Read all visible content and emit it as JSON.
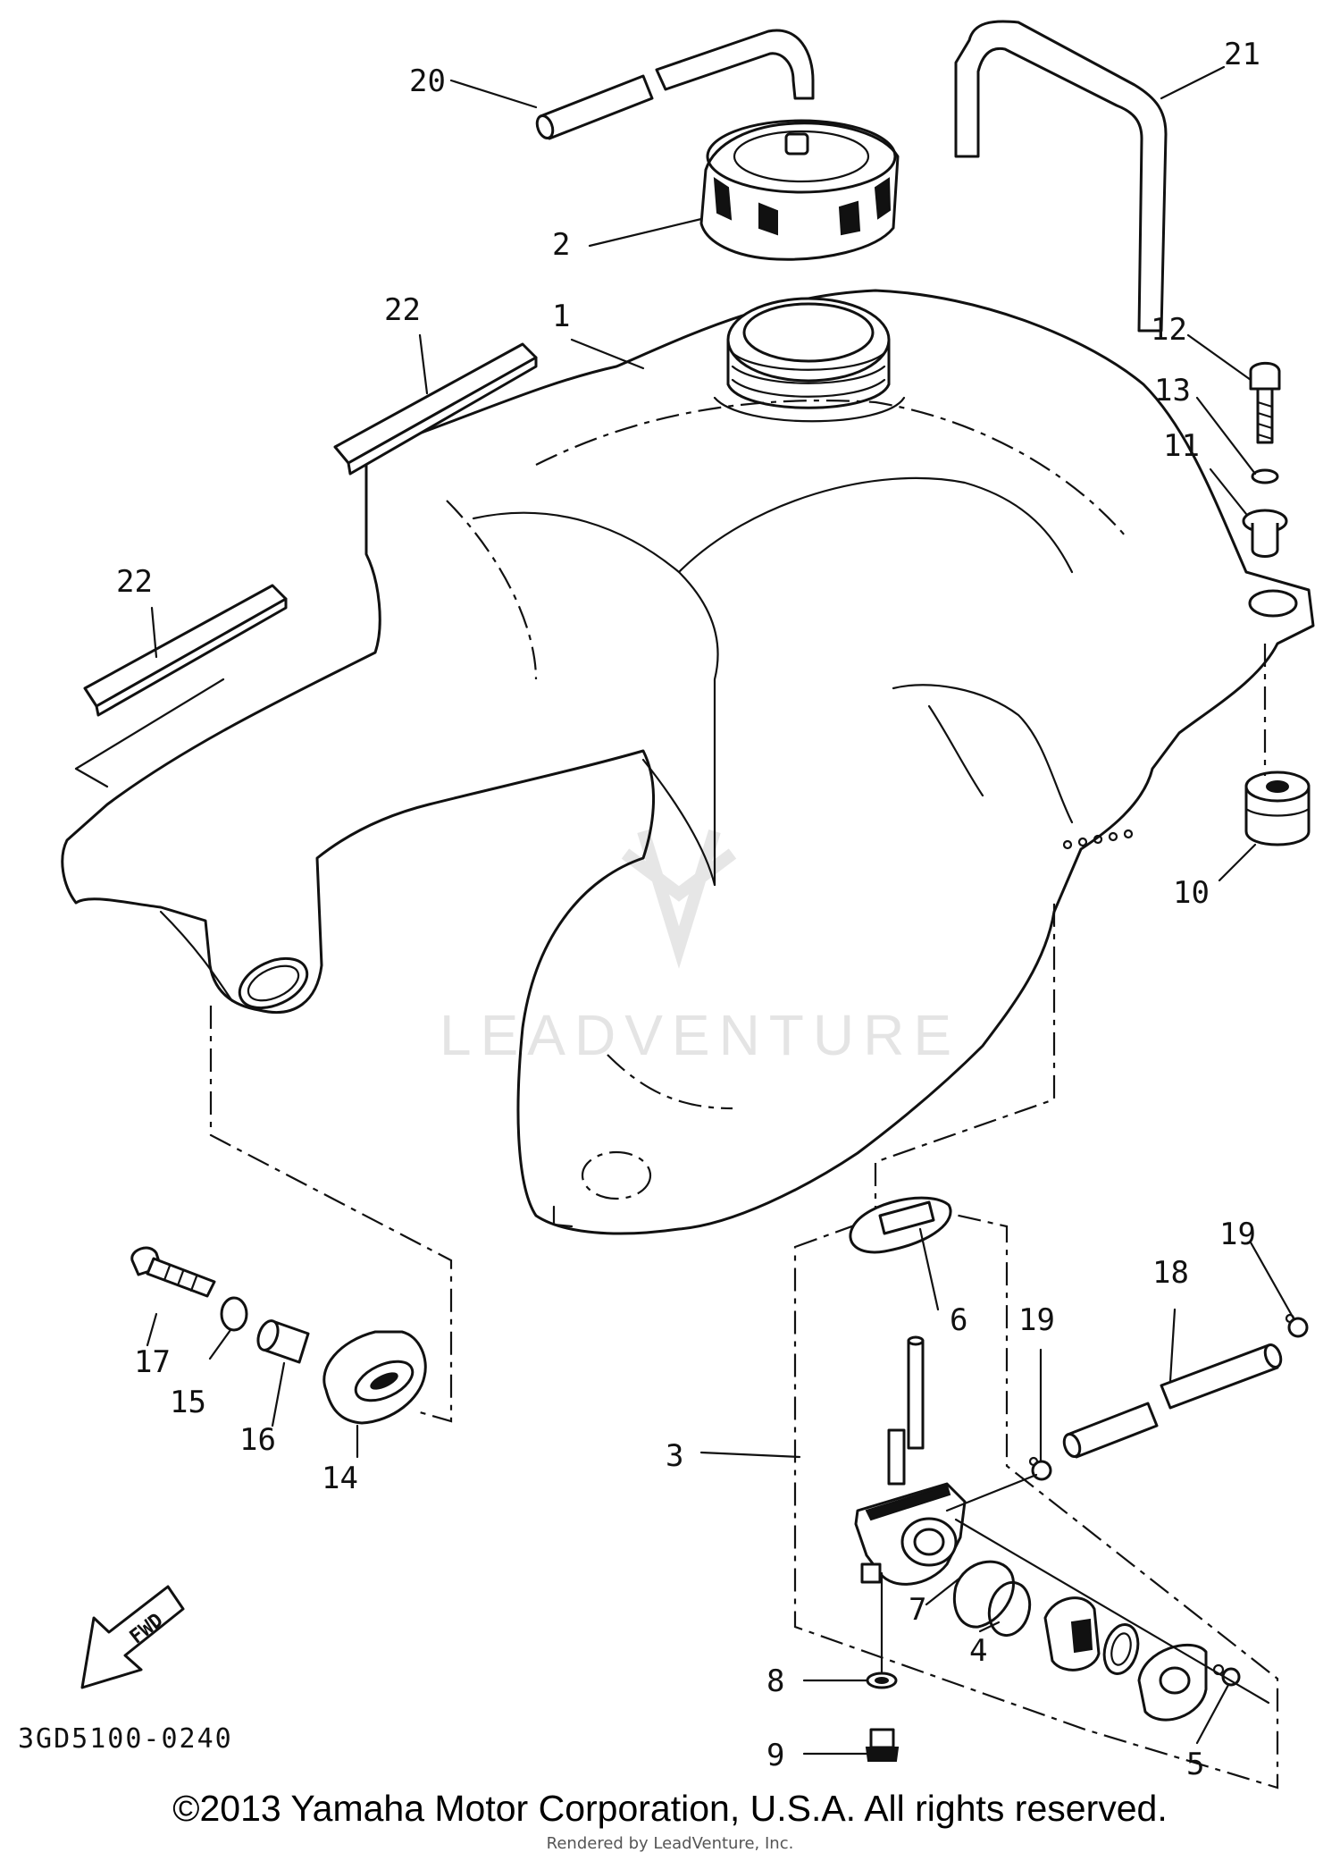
{
  "diagram": {
    "part_code": "3GD5100-0240",
    "fwd_arrow_label": "FWD",
    "watermark": "LEADVENTURE",
    "callouts": [
      {
        "num": "1",
        "part": "fuel-tank"
      },
      {
        "num": "2",
        "part": "fuel-cap"
      },
      {
        "num": "3",
        "part": "fuel-cock-assembly"
      },
      {
        "num": "4",
        "part": "fuel-cock-o-ring"
      },
      {
        "num": "5",
        "part": "fuel-cock-screw"
      },
      {
        "num": "6",
        "part": "fuel-cock-gasket"
      },
      {
        "num": "7",
        "part": "fuel-cock-diaphragm"
      },
      {
        "num": "8",
        "part": "drain-plug-washer"
      },
      {
        "num": "9",
        "part": "drain-plug"
      },
      {
        "num": "10",
        "part": "rear-damper"
      },
      {
        "num": "11",
        "part": "rear-collar"
      },
      {
        "num": "12",
        "part": "rear-bolt"
      },
      {
        "num": "13",
        "part": "rear-washer"
      },
      {
        "num": "14",
        "part": "front-damper"
      },
      {
        "num": "15",
        "part": "front-washer"
      },
      {
        "num": "16",
        "part": "front-collar"
      },
      {
        "num": "17",
        "part": "front-bolt"
      },
      {
        "num": "18",
        "part": "fuel-pipe"
      },
      {
        "num": "19",
        "part": "hose-clip"
      },
      {
        "num": "19",
        "part": "hose-clip"
      },
      {
        "num": "20",
        "part": "breather-hose"
      },
      {
        "num": "21",
        "part": "tank-strap"
      },
      {
        "num": "22",
        "part": "tank-pad"
      },
      {
        "num": "22",
        "part": "tank-pad"
      }
    ]
  },
  "footer": {
    "copyright": "©2013 Yamaha Motor Corporation, U.S.A. All rights reserved.",
    "render_note": "Rendered by LeadVenture, Inc."
  }
}
